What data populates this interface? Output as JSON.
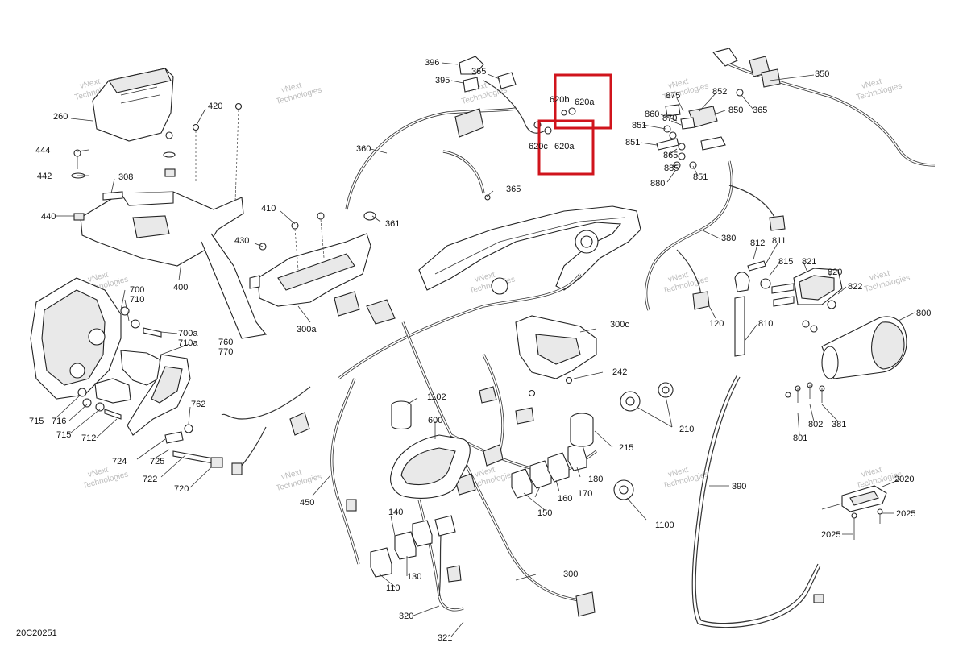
{
  "diagram_code": "20C20251",
  "watermark_text": [
    "vNext",
    "Technologies"
  ],
  "highlight_color": "#d0141c",
  "highlights": [
    "620a",
    "620a"
  ],
  "callouts": {
    "c396": "396",
    "c395": "395",
    "c365a": "365",
    "c620b": "620b",
    "c620a_top": "620a",
    "c620c": "620c",
    "c620a_bottom": "620a",
    "c360": "360",
    "c365b": "365",
    "c361": "361",
    "c260": "260",
    "c420": "420",
    "c444": "444",
    "c442": "442",
    "c308": "308",
    "c440": "440",
    "c410": "410",
    "c430": "430",
    "c400": "400",
    "c300a": "300a",
    "c700": "700",
    "c710": "710",
    "c700a": "700a",
    "c710a": "710a",
    "c760": "760",
    "c770": "770",
    "c715a": "715",
    "c716": "716",
    "c715b": "715",
    "c712": "712",
    "c762": "762",
    "c724": "724",
    "c725": "725",
    "c722": "722",
    "c720": "720",
    "c450": "450",
    "c1102": "1102",
    "c600": "600",
    "c300c": "300c",
    "c242": "242",
    "c215": "215",
    "c210": "210",
    "c180": "180",
    "c170": "170",
    "c160": "160",
    "c150": "150",
    "c1100": "1100",
    "c140": "140",
    "c130": "130",
    "c110": "110",
    "c300": "300",
    "c320": "320",
    "c321": "321",
    "c390": "390",
    "c875": "875",
    "c852": "852",
    "c860": "860",
    "c870": "870",
    "c850": "850",
    "c851a": "851",
    "c851b": "851",
    "c865": "865",
    "c885": "885",
    "c880": "880",
    "c851c": "851",
    "c350": "350",
    "c365c": "365",
    "c380": "380",
    "c812": "812",
    "c811": "811",
    "c815": "815",
    "c821": "821",
    "c820": "820",
    "c822": "822",
    "c120": "120",
    "c810": "810",
    "c800": "800",
    "c802": "802",
    "c381": "381",
    "c801": "801",
    "c2020": "2020",
    "c2025a": "2025",
    "c2025b": "2025"
  }
}
